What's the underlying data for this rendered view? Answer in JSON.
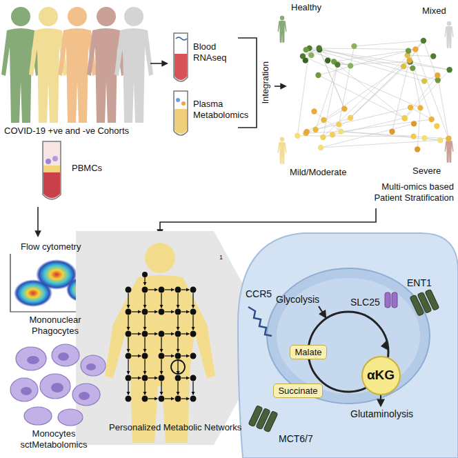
{
  "diagram": {
    "nodes": [
      {
        "text": [
          "Malate"
        ]
      },
      {
        "text": [
          "Succinate"
        ]
      },
      {
        "text": [
          "αKG"
        ]
      }
    ],
    "labels": [
      "COVID-19 +ve and -ve Cohorts",
      "Blood RNAseq",
      "Plasma Metabolomics",
      "Integration",
      "Healthy",
      "Mixed",
      "Mild/Moderate",
      "Severe",
      "Multi-omics based Patient Stratification",
      "PBMCs",
      "Flow cytometry",
      "Mononuclear Phagocytes",
      "Monocytes sctMetabolomics",
      "Personalized Metabolic Networks",
      "1",
      "CCR5",
      "ENT1",
      "Glycolysis",
      "SLC25",
      "Glutaminolysis",
      "MCT6/7"
    ]
  }
}
